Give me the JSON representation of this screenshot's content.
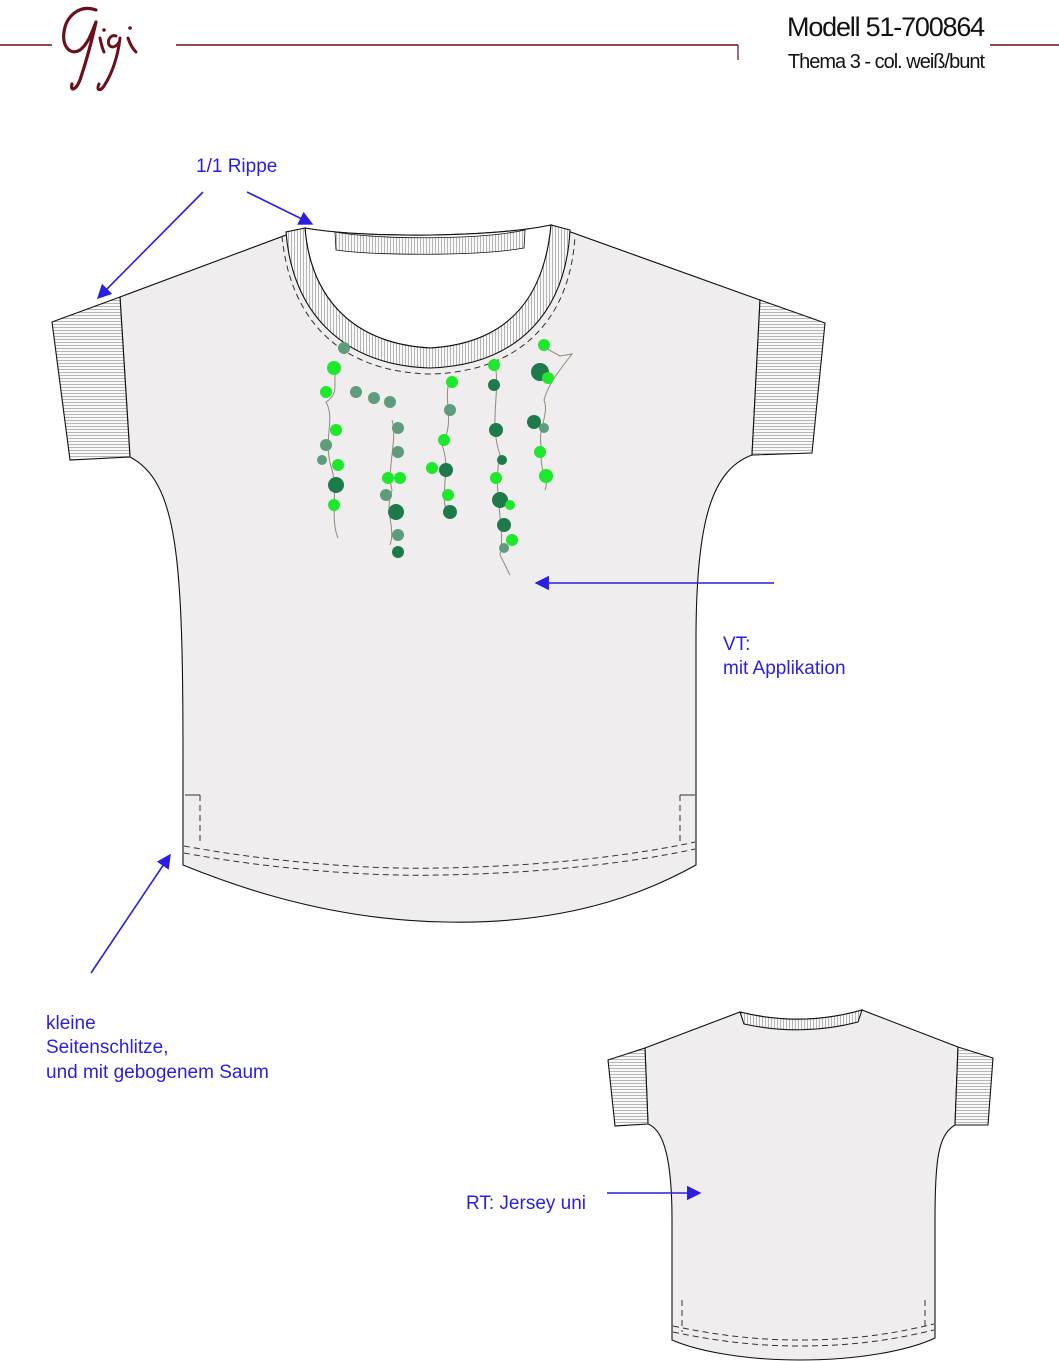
{
  "header": {
    "logo_text": "Gigi",
    "model": "Modell 51-700864",
    "theme": "Thema 3 -  col. weiß/bunt"
  },
  "annotations": {
    "rib": "1/1 Rippe",
    "front_line1": "VT:",
    "front_line2": "mit Applikation",
    "hem_line1": "kleine",
    "hem_line2": "Seitenschlitze,",
    "hem_line3": "und mit gebogenem Saum",
    "back": "RT: Jersey uni"
  },
  "colors": {
    "brand": "#6b0f1a",
    "annotation": "#2a1fe0",
    "garment": "#efeded",
    "rib": "#f6f6f6",
    "appliqué_dark": "#1e7a4a",
    "appliqué_mid": "#5f9c7c",
    "appliqué_bright": "#1ee82c"
  }
}
